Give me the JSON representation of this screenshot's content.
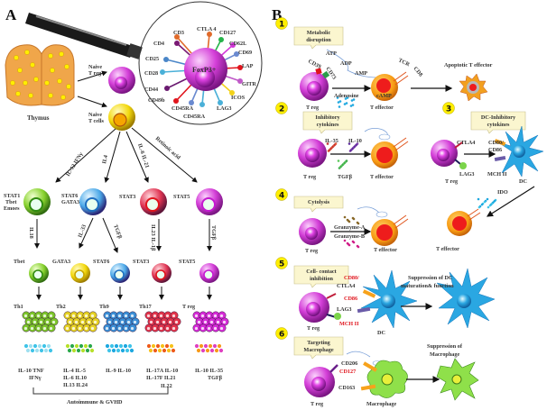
{
  "figure": {
    "panel_a_label": "A",
    "panel_b_label": "B"
  },
  "panel_a": {
    "thymus_label": "Thymus",
    "naive_treg": [
      "Naive",
      "T reg"
    ],
    "naive_tcells": [
      "Naive",
      "T cells"
    ],
    "foxp3": {
      "center_label": "FoxP3+",
      "markers": [
        "CD3",
        "CTLA 4",
        "CD127",
        "CD4",
        "CD62L",
        "CD69",
        "CD25",
        "LAP",
        "CD28",
        "GITR",
        "CD44",
        "ICOS",
        "CD49b",
        "CD45RA",
        "CD45RA",
        "LAG3"
      ]
    },
    "branches": [
      {
        "signal": "IL-12  IFNγ",
        "tf": [
          "STAT1",
          "Tbet",
          "Emoes"
        ],
        "second_signal": "IL18",
        "tf2": "Tbet",
        "subset": "Th1",
        "cytokines": [
          "IL-10  TNF",
          "IFNγ"
        ],
        "color": "#7cc62a"
      },
      {
        "signal": "IL4",
        "tf": [
          "STAT6",
          "GATA3"
        ],
        "second_signal": "IL-33",
        "tf2": "GATA3",
        "subset": "Th2",
        "cytokines": [
          "IL-4   IL-5",
          "IL-6   IL10",
          "IL13  IL24"
        ],
        "color": "#e6d324"
      },
      {
        "signal": "",
        "tf": [],
        "second_signal": "TGFβ",
        "tf2": "STAT6",
        "subset": "Th9",
        "cytokines": [
          "IL-9   IL-10"
        ],
        "color": "#3b8fd6"
      },
      {
        "signal": "IL-6  IL-21",
        "tf": [
          "STAT3"
        ],
        "second_signal": "IL23  IL-1β",
        "tf2": "STAT3",
        "subset": "Th17",
        "cytokines": [
          "IL-17A  IL-10",
          "IL-17F  IL21",
          "IL22"
        ],
        "color": "#e2334a"
      },
      {
        "signal": "Retinoic acid",
        "tf": [
          "STAT5"
        ],
        "second_signal": "TGFβ",
        "tf2": "STAT5",
        "subset": "T reg",
        "cytokines": [
          "IL-10   IL-35",
          "TGFβ"
        ],
        "color": "#d62ad8"
      }
    ],
    "bracket_label": "Autoimmune & GVHD"
  },
  "panel_b": {
    "mechanisms": [
      {
        "number": "1",
        "title": [
          "Metabolic",
          "disruption"
        ]
      },
      {
        "number": "2",
        "title": [
          "Inhibitory",
          "cytokines"
        ]
      },
      {
        "number": "3",
        "title": [
          "DC-Inhibitory",
          "cytokines"
        ]
      },
      {
        "number": "4",
        "title": [
          "Cytolysis"
        ]
      },
      {
        "number": "5",
        "title": [
          "Cell- contact",
          "inhibition"
        ]
      },
      {
        "number": "6",
        "title": [
          "Targeting",
          "Macrophage"
        ]
      }
    ],
    "m1": {
      "atp": "ATP",
      "adp": "ADP",
      "amp": "AMP",
      "cd39": "CD39",
      "cd73": "CD73",
      "adenosine": "Adenosine",
      "camp": "cAMP",
      "tcr": "TCR",
      "cd8": "CD8",
      "treg": "T reg",
      "teff": "T effector",
      "apoptotic": "Apoptotic T effector"
    },
    "m2": {
      "il35": "IL-35",
      "il10": "IL-10",
      "tgfb": "TGFβ",
      "treg": "T reg",
      "teff": "T effector"
    },
    "m3": {
      "ctla4": "CTLA4",
      "cd80": "CD80/",
      "cd86": "CD86",
      "lag3": "LAG3",
      "mhc": "MCH II",
      "treg": "T reg",
      "dc": "DC",
      "ido": "IDO",
      "teff": "T effector"
    },
    "m4": {
      "gzma": "Granzyme-A",
      "gzmb": "Granzyme-B",
      "treg": "T reg",
      "teff": "T effector"
    },
    "m5": {
      "cd80": "CD80/",
      "ctla4": "CTLA4",
      "cd86": "CD86",
      "lag3": "LAG3",
      "mhc": "MCH II",
      "treg": "T reg",
      "dc": "DC",
      "result": [
        "Suppression of DC",
        "maturation& function"
      ]
    },
    "m6": {
      "cd206": "CD206",
      "cd127": "CD127",
      "cd163": "CD163",
      "treg": "T reg",
      "macrophage": "Macrophage",
      "result": [
        "Suppression of",
        "Macrophage"
      ]
    }
  },
  "colors": {
    "treg_magenta": "#d43fd8",
    "teff_orange": "#f7a21b",
    "teff_core": "#ee1c1c",
    "dc_blue": "#29a3e0",
    "macrophage_green": "#8fe04a",
    "callout_bg": "#fbf6cf",
    "badge_yellow": "#ffee00",
    "thymus": "#f0a64a",
    "cd_red": "#e0141c"
  }
}
